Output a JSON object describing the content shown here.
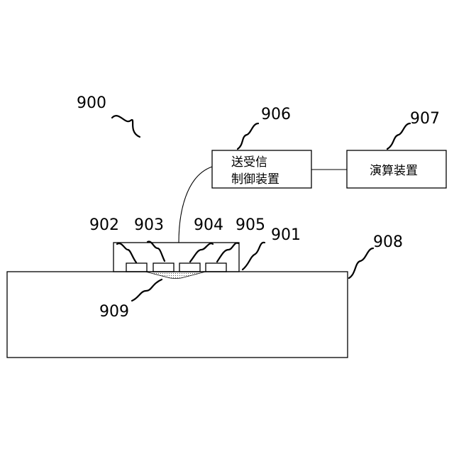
{
  "labels": {
    "system": "900",
    "probe": "901",
    "element_a": "902",
    "element_b": "903",
    "element_c": "904",
    "element_d": "905",
    "controller": "906",
    "computer": "907",
    "body": "908",
    "region": "909"
  },
  "controller_box": {
    "line1": "送受信",
    "line2": "制御装置"
  },
  "computer_box": {
    "text": "演算装置"
  },
  "colors": {
    "line": "#000000",
    "background": "#ffffff",
    "region_dots": "#555555"
  }
}
